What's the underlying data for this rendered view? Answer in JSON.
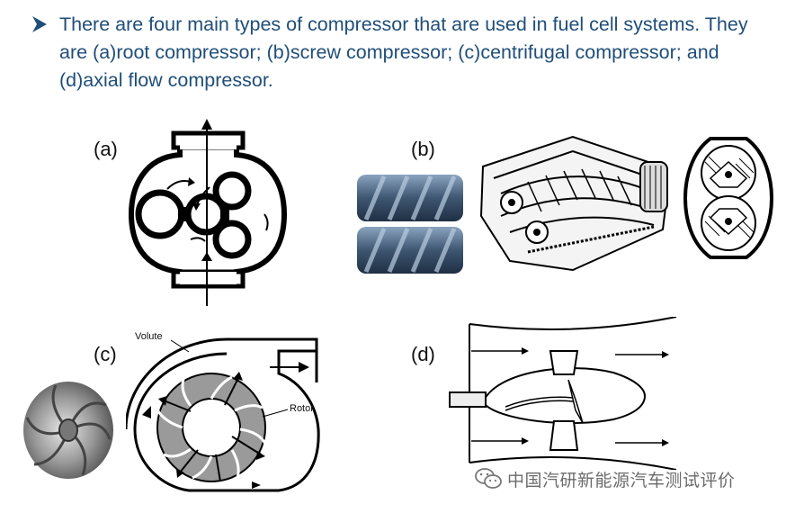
{
  "slide": {
    "bullet_text": "There are four main types of compressor that are used in fuel cell systems. They are (a)root compressor; (b)screw compressor; (c)centrifugal compressor; and (d)axial flow compressor.",
    "bullet_icon": "arrow-bullet-icon",
    "accent_color": "#1f4e79"
  },
  "panels": {
    "a": {
      "label": "(a)"
    },
    "b": {
      "label": "(b)"
    },
    "c": {
      "label": "(c)",
      "volute_label": "Volute",
      "rotor_label": "Rotor"
    },
    "d": {
      "label": "(d)"
    }
  },
  "watermark": {
    "icon": "wechat-icon",
    "text": "中国汽研新能源汽车测试评价"
  }
}
